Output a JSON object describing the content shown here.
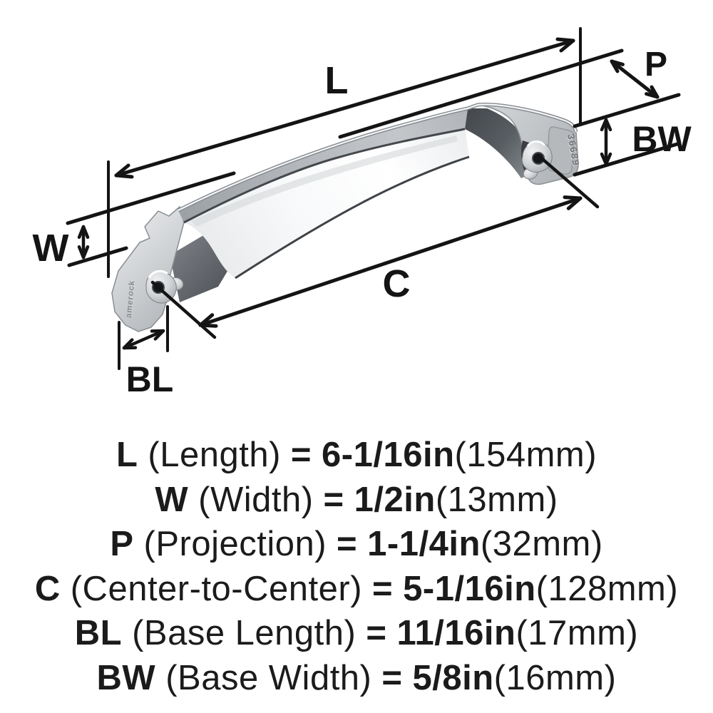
{
  "diagram": {
    "dim_labels": {
      "L": "L",
      "W": "W",
      "P": "P",
      "C": "C",
      "BL": "BL",
      "BW": "BW"
    },
    "stamps": {
      "model_number": "36689",
      "brand": "amerock"
    },
    "colors": {
      "dimension_line": "#141414",
      "background": "#ffffff",
      "handle_highlight": "#f4f6f8",
      "handle_light": "#f8f9fa",
      "handle_mid_gray": "#b3b7bb",
      "handle_dark": "#464a4f"
    }
  },
  "spec_lines": [
    {
      "code": "L",
      "name": "(Length)",
      "equals": "=",
      "value": "6-1/16in",
      "metric": "(154mm)"
    },
    {
      "code": "W",
      "name": "(Width)",
      "equals": "=",
      "value": "1/2in",
      "metric": "(13mm)"
    },
    {
      "code": "P",
      "name": "(Projection)",
      "equals": "=",
      "value": "1-1/4in",
      "metric": "(32mm)"
    },
    {
      "code": "C",
      "name": "(Center-to-Center)",
      "equals": "=",
      "value": "5-1/16in",
      "metric": "(128mm)"
    },
    {
      "code": "BL",
      "name": "(Base Length)",
      "equals": "=",
      "value": "11/16in",
      "metric": "(17mm)"
    },
    {
      "code": "BW",
      "name": "(Base Width)",
      "equals": "=",
      "value": "5/8in",
      "metric": "(16mm)"
    }
  ]
}
